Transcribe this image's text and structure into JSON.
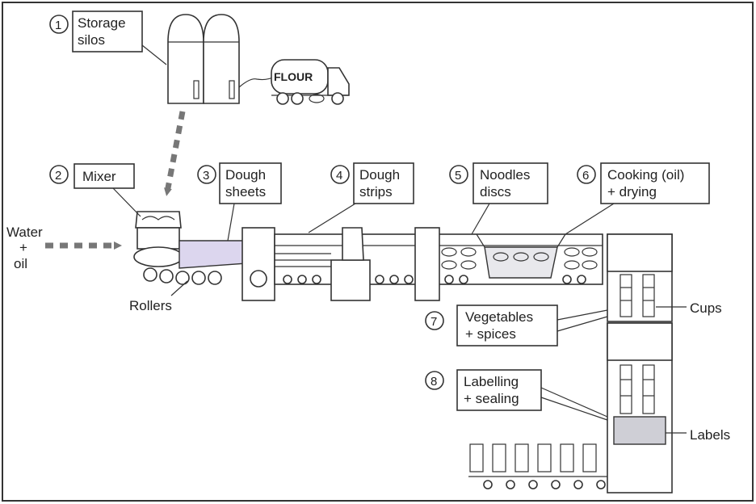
{
  "steps": [
    {
      "number": "1",
      "label_lines": [
        "Storage",
        "silos"
      ]
    },
    {
      "number": "2",
      "label_lines": [
        "Mixer"
      ]
    },
    {
      "number": "3",
      "label_lines": [
        "Dough",
        "sheets"
      ]
    },
    {
      "number": "4",
      "label_lines": [
        "Dough",
        "strips"
      ]
    },
    {
      "number": "5",
      "label_lines": [
        "Noodles",
        "discs"
      ]
    },
    {
      "number": "6",
      "label_lines": [
        "Cooking (oil)",
        "+ drying"
      ]
    },
    {
      "number": "7",
      "label_lines": [
        "Vegetables",
        "+ spices"
      ]
    },
    {
      "number": "8",
      "label_lines": [
        "Labelling",
        "+ sealing"
      ]
    }
  ],
  "truck_label": "FLOUR",
  "inputs": {
    "water_lines": [
      "Water",
      "+",
      "oil"
    ]
  },
  "parts": {
    "rollers": "Rollers",
    "cups": "Cups",
    "labels": "Labels"
  },
  "colors": {
    "ink": "#333333",
    "dough": "#dcd6ee",
    "frame": "#e6ecf5"
  }
}
